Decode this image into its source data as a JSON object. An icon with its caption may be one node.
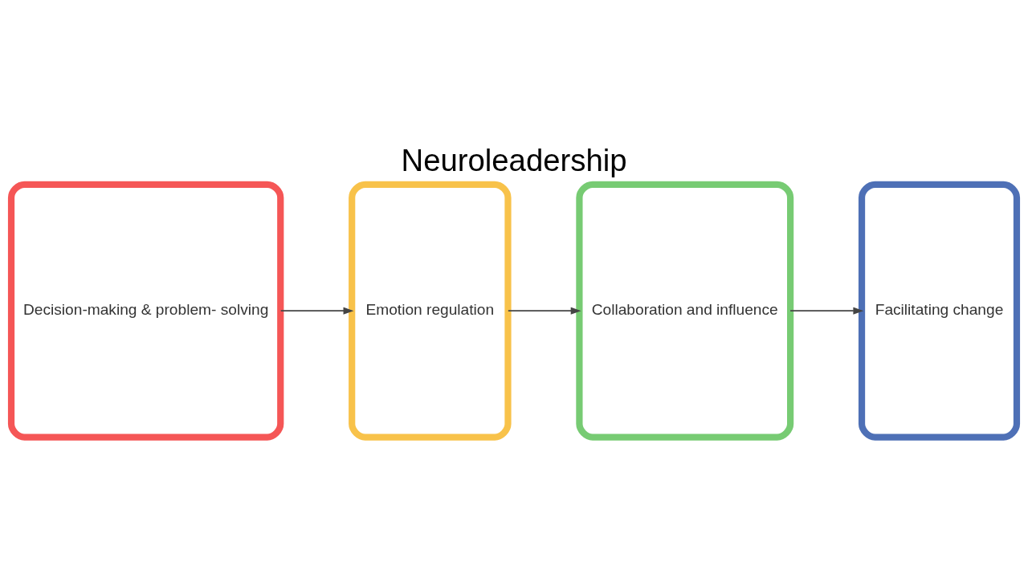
{
  "diagram": {
    "title": "Neuroleadership",
    "nodes": [
      {
        "text": [
          "Decision-making & problem- solving"
        ]
      },
      {
        "text": [
          "Emotion regulation"
        ]
      },
      {
        "text": [
          "Collaboration and influence"
        ]
      },
      {
        "text": [
          "Facilitating change"
        ]
      }
    ],
    "edges": [
      {
        "from": 0,
        "to": 1,
        "arrow": "to"
      },
      {
        "from": 1,
        "to": 2,
        "arrow": "to"
      },
      {
        "from": 2,
        "to": 3,
        "arrow": "to"
      }
    ]
  }
}
